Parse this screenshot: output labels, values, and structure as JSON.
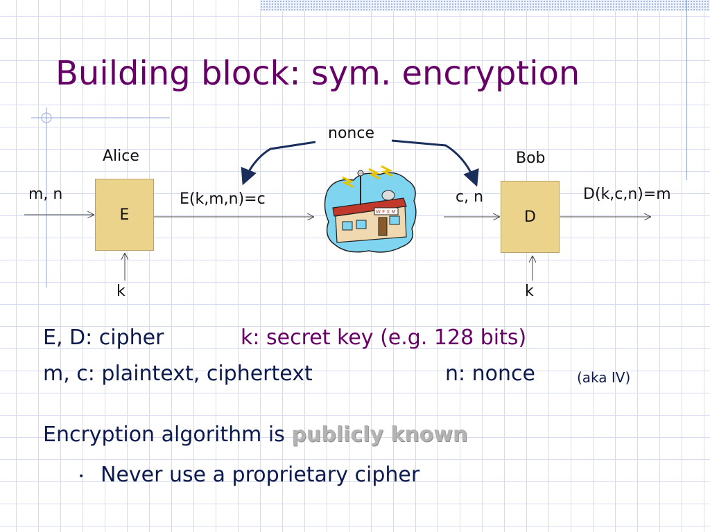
{
  "title": "Building block:   sym. encryption",
  "diagram": {
    "nonce": "nonce",
    "alice": "Alice",
    "bob": "Bob",
    "input_left": "m, n",
    "enc_box": "E",
    "enc_output": "E(k,m,n)=c",
    "dec_input": "c, n",
    "dec_box": "D",
    "dec_output": "D(k,c,n)=m",
    "key_left": "k",
    "key_right": "k",
    "building_icon": "radio-station-building-icon"
  },
  "definitions": {
    "row1_left": "E, D:  cipher",
    "row1_right": "k:  secret key (e.g. 128 bits)",
    "row2_left": "m, c:  plaintext,  ciphertext",
    "row2_right": "n:  nonce",
    "row2_note": "(aka IV)"
  },
  "body": {
    "line1_prefix": "Encryption algorithm is ",
    "line1_emph": "publicly known",
    "bullet_char": "•",
    "bullet1": "Never use a proprietary cipher"
  },
  "colors": {
    "title": "#660066",
    "box_fill": "#ecd38b",
    "body_text": "#0d1a4d",
    "emph_gray": "#b3b3b3"
  }
}
